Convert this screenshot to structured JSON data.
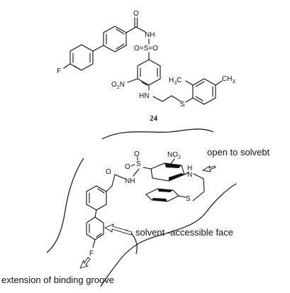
{
  "compound_number": "24",
  "atoms": {
    "o": "O",
    "nh": "NH",
    "s": "S",
    "o_eq_s_eq_o": "O=S=O",
    "f": "F",
    "o2n": "O2N",
    "hn": "HN",
    "h3c": "H3C",
    "ch3": "CH3",
    "no2": "NO2",
    "h": "H",
    "n": "N",
    "sub2": "2",
    "sub3": "3"
  },
  "annotations": {
    "open_to_solvent": "open to solvebt",
    "solvent_accessible_face": "solvent -accessible face",
    "extension_of_binding_groove": "extension of binding groove"
  }
}
